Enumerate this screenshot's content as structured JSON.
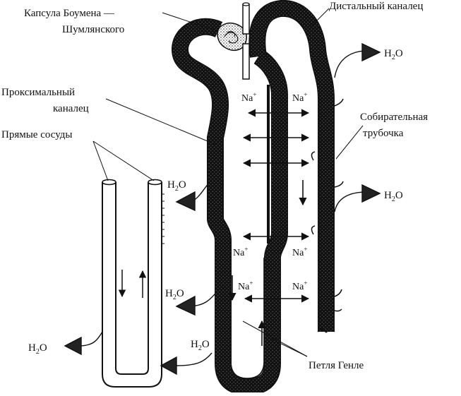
{
  "labels": {
    "bowman_line1": "Капсула Боумена —",
    "bowman_line2": "Шумлянского",
    "distal": "Дистальный каналец",
    "proximal_line1": "Проксимальный",
    "proximal_line2": "каналец",
    "vasa_recta": "Прямые сосуды",
    "collecting_line1": "Собирательная",
    "collecting_line2": "трубочка",
    "henle": "Петля Генле"
  },
  "ions": {
    "na_base": "Na",
    "na_charge": "+",
    "h2o_h": "H",
    "h2o_sub": "2",
    "h2o_o": "O"
  },
  "colors": {
    "ink": "#111111",
    "stipple": "#555555"
  }
}
